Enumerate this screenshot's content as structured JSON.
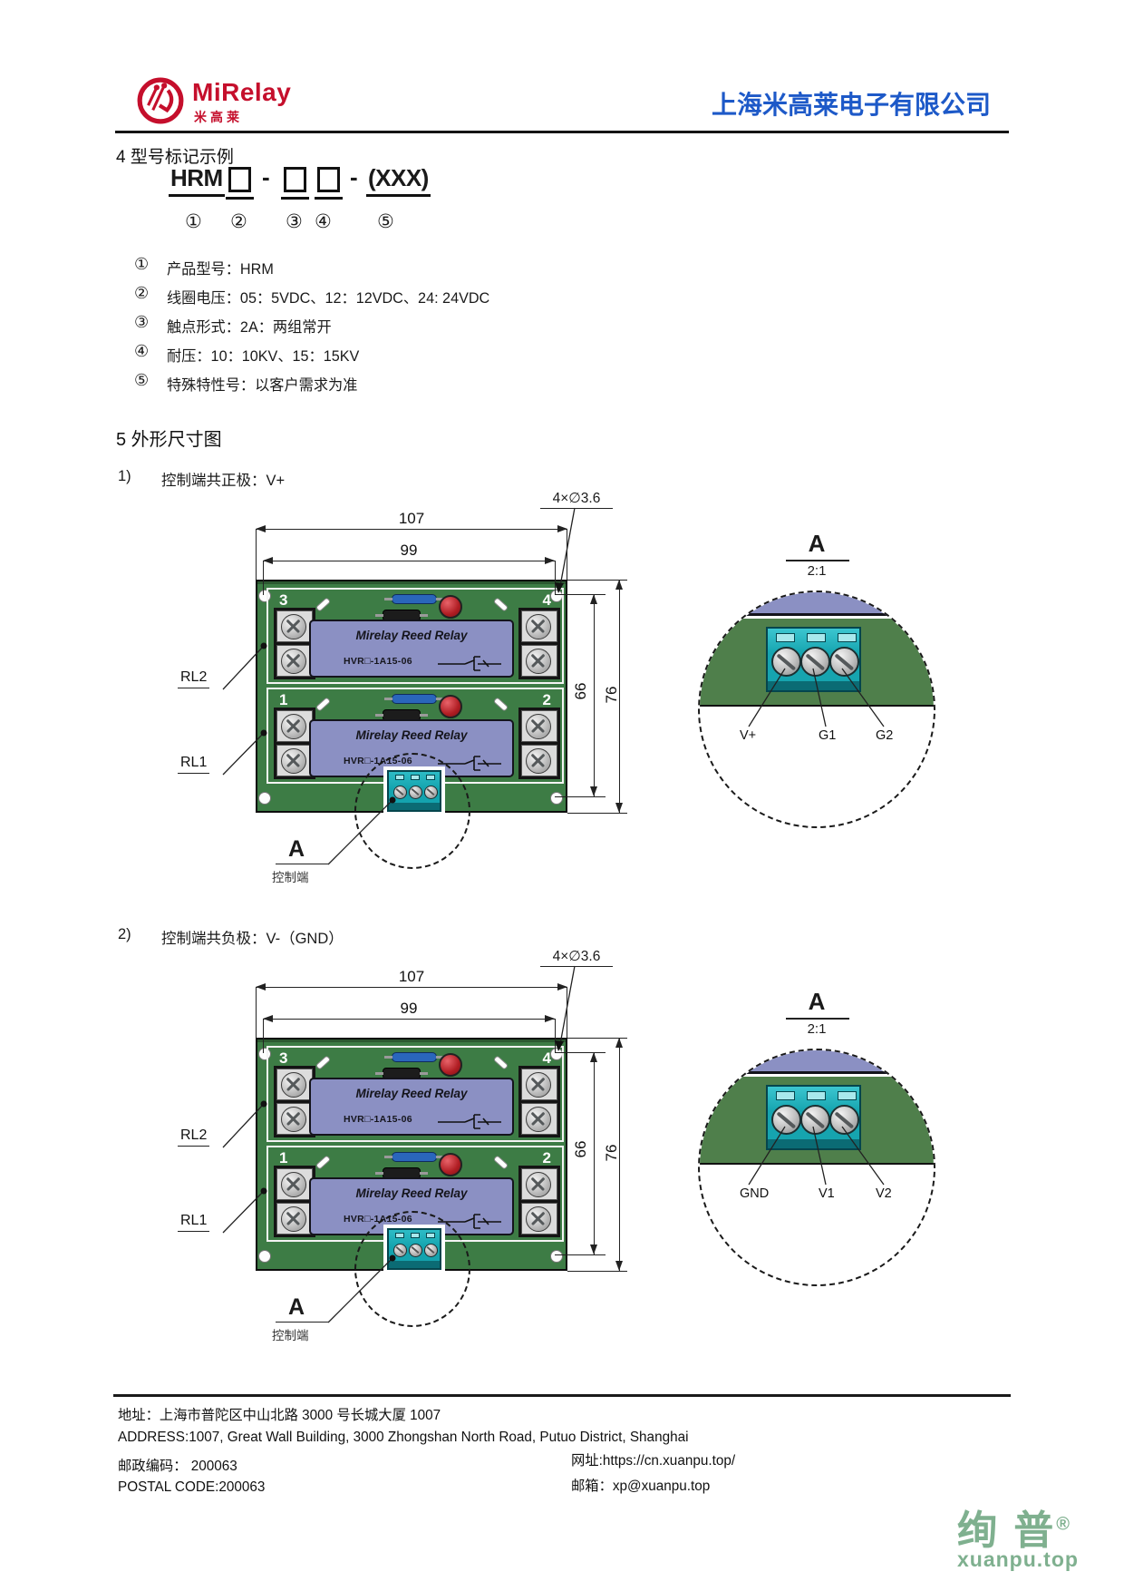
{
  "header": {
    "brand": "MiRelay",
    "brand_sub": "米高莱",
    "company": "上海米高莱电子有限公司"
  },
  "colors": {
    "brand_red": "#c50f2c",
    "company_blue": "#1d59c8",
    "pcb_green": "#3d7c45",
    "detail_green": "#4f7f4b",
    "relay_purple": "#8b90c3",
    "terminal_teal": "#16a4af",
    "led_red": "#b01d23",
    "watermark_green": "#7fb08f"
  },
  "section4": {
    "title": "4 型号标记示例",
    "model_code": {
      "prefix": "HRM",
      "dash1": "-",
      "dash2": "-",
      "suffix": "(XXX)",
      "callouts": [
        "①",
        "②",
        "③",
        "④",
        "⑤"
      ]
    },
    "items": [
      {
        "num": "①",
        "text": "产品型号：HRM"
      },
      {
        "num": "②",
        "text": "线圈电压：05：5VDC、12：12VDC、24: 24VDC"
      },
      {
        "num": "③",
        "text": "触点形式：2A：两组常开"
      },
      {
        "num": "④",
        "text": "耐压：10：10KV、15：15KV"
      },
      {
        "num": "⑤",
        "text": "特殊特性号：以客户需求为准"
      }
    ]
  },
  "section5": {
    "title": "5 外形尺寸图"
  },
  "drawings": [
    {
      "caption_num": "1)",
      "caption": "控制端共正极：V+",
      "dims": {
        "outer_width": "107",
        "hole_span": "99",
        "hole_height": "66",
        "outer_height": "76",
        "hole_note": "4×∅3.6"
      },
      "labels": {
        "rl_top": "RL2",
        "rl_bottom": "RL1",
        "t_tl": "3",
        "t_tr": "4",
        "t_bl": "1",
        "t_br": "2"
      },
      "relay": {
        "brand": "Mirelay Reed Relay",
        "model": "HVR□-1A15-06"
      },
      "detail": {
        "marker": "A",
        "marker_note": "控制端",
        "title": "A",
        "scale": "2:1",
        "terminals": [
          "V+",
          "G1",
          "G2"
        ]
      }
    },
    {
      "caption_num": "2)",
      "caption": "控制端共负极：V-（GND）",
      "dims": {
        "outer_width": "107",
        "hole_span": "99",
        "hole_height": "66",
        "outer_height": "76",
        "hole_note": "4×∅3.6"
      },
      "labels": {
        "rl_top": "RL2",
        "rl_bottom": "RL1",
        "t_tl": "3",
        "t_tr": "4",
        "t_bl": "1",
        "t_br": "2"
      },
      "relay": {
        "brand": "Mirelay Reed Relay",
        "model": "HVR□-1A15-06"
      },
      "detail": {
        "marker": "A",
        "marker_note": "控制端",
        "title": "A",
        "scale": "2:1",
        "terminals": [
          "GND",
          "V1",
          "V2"
        ]
      }
    }
  ],
  "footer": {
    "address_cn": "地址：上海市普陀区中山北路 3000 号长城大厦 1007",
    "address_en": "ADDRESS:1007, Great Wall Building, 3000 Zhongshan North Road, Putuo District, Shanghai",
    "postal_cn": "邮政编码： 200063",
    "postal_en": "POSTAL CODE:200063",
    "website": "网址:https://cn.xuanpu.top/",
    "email": "邮箱：xp@xuanpu.top",
    "watermark": {
      "text": "绚 普",
      "reg": "®",
      "domain": "xuanpu.top"
    }
  }
}
